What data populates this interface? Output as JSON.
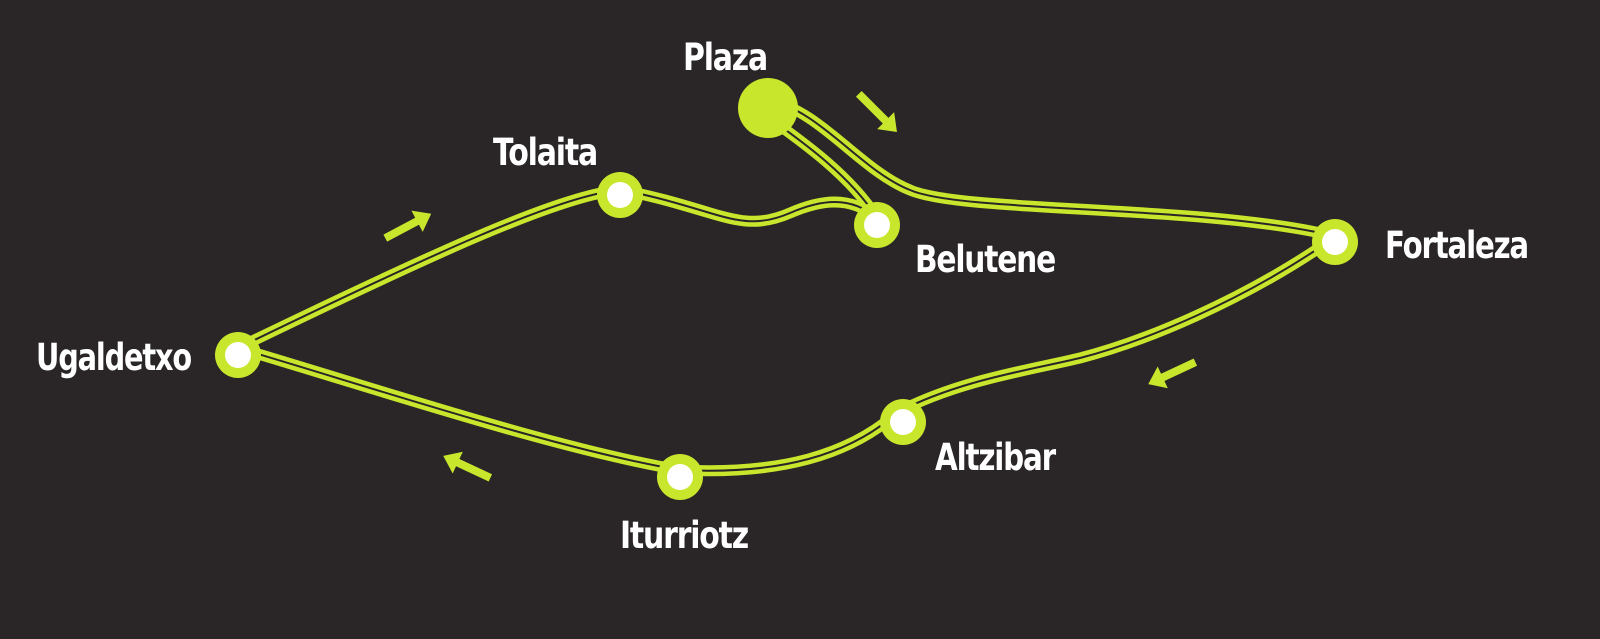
{
  "colors": {
    "background": "#2a2627",
    "route": "#c8e62c",
    "route_inner": "#2a2627",
    "stop_fill": "#ffffff",
    "label": "#ffffff"
  },
  "stops": {
    "plaza": "Plaza",
    "tolaita": "Tolaita",
    "belutene": "Belutene",
    "fortaleza": "Fortaleza",
    "ugaldetxo": "Ugaldetxo",
    "altzibar": "Altzibar",
    "iturriotz": "Iturriotz"
  },
  "icons": {
    "start_marker": "filled-circle",
    "direction": "arrow"
  }
}
